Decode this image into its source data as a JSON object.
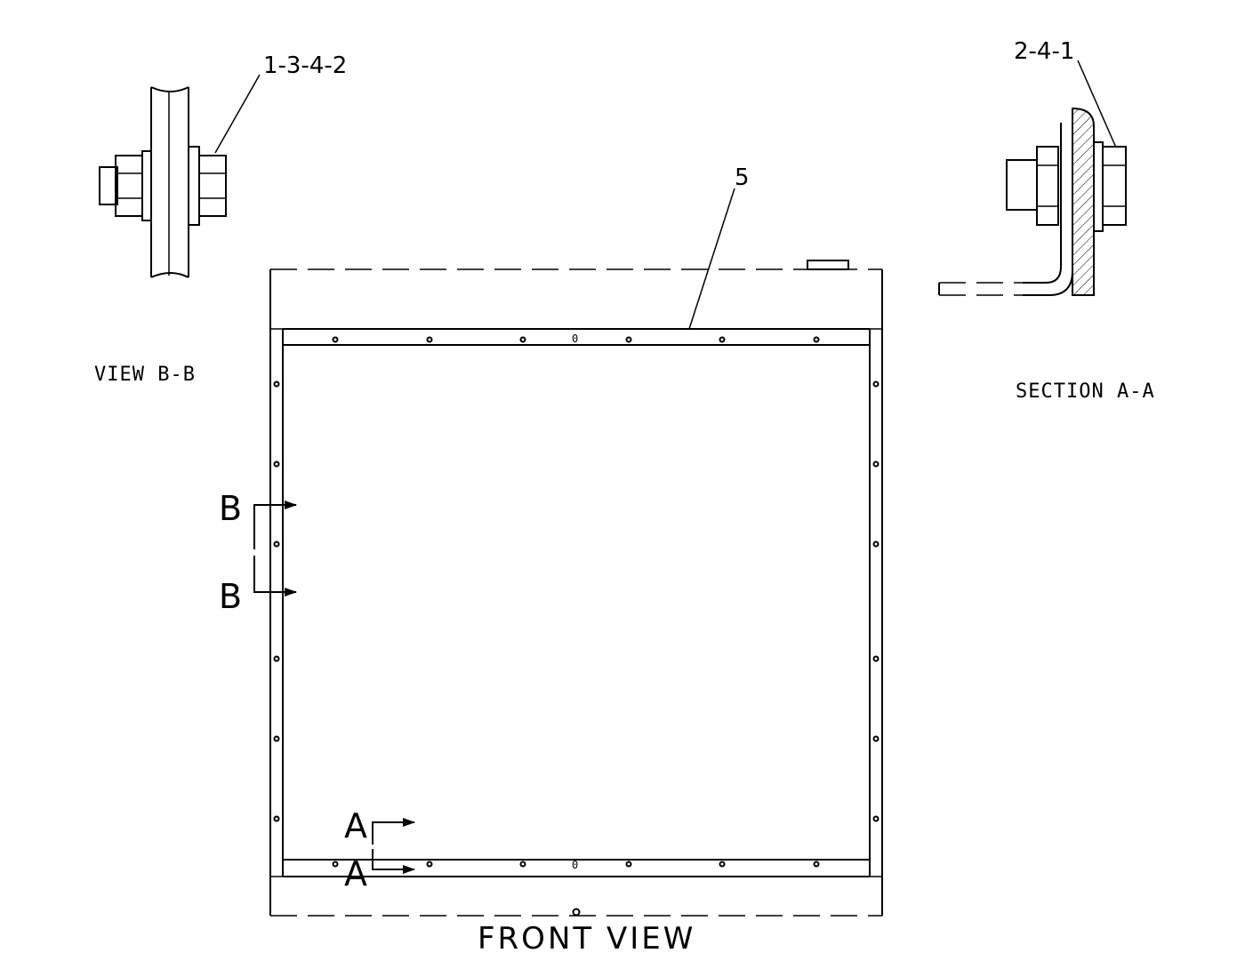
{
  "labels": {
    "view_bb": "VIEW B-B",
    "section_aa": "SECTION A-A",
    "front_view": "FRONT VIEW"
  },
  "callouts": {
    "view_bb_parts": "1-3-4-2",
    "section_aa_parts": "2-4-1",
    "panel_part": "5"
  },
  "section_markers": {
    "b_top": "B",
    "b_bottom": "B",
    "a_top": "A",
    "a_bottom": "A"
  },
  "panel_marks": {
    "top_center": "0",
    "bottom_center": "0"
  }
}
